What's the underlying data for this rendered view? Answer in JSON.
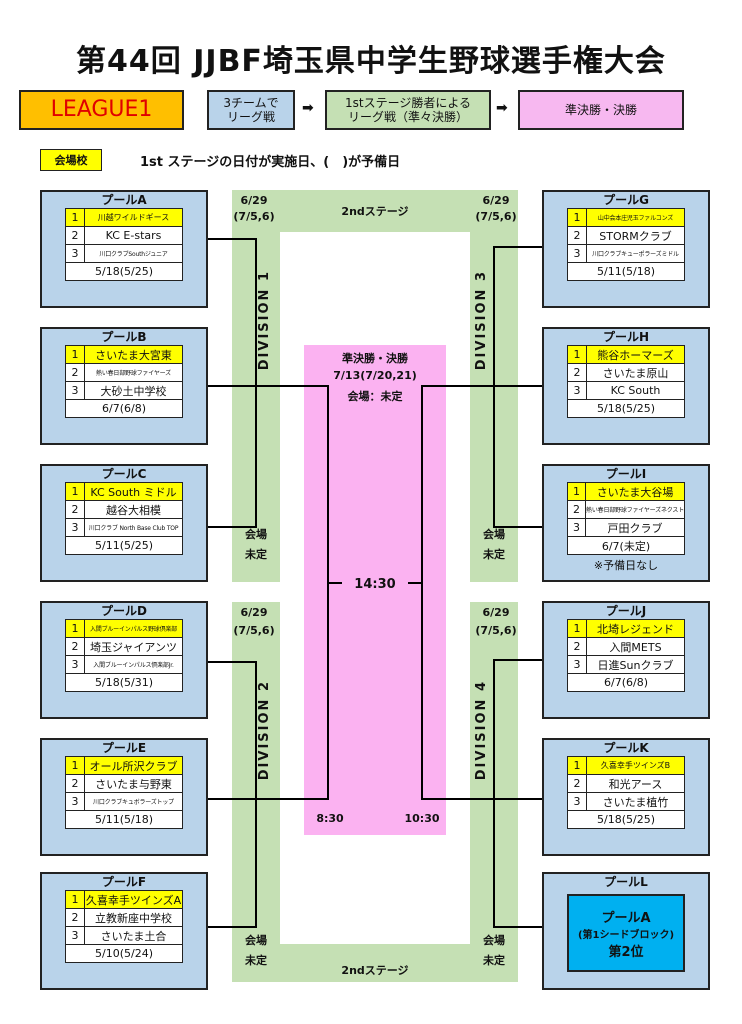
{
  "title": "第44回 JJBF埼玉県中学生野球選手権大会",
  "header": {
    "league": "LEAGUE1",
    "step1": "3チームで\nリーグ戦",
    "step2": "1stステージ勝者による\nリーグ戦（準々決勝）",
    "step3": "準決勝・決勝",
    "arrow": "➡"
  },
  "legend": {
    "venue_label": "会場校",
    "note": "1st ステージの日付が実施日、(　)が予備日"
  },
  "colors": {
    "pool_bg": "#b9d3ea",
    "winner_highlight": "#ffff00",
    "second_stage": "#c5e0b4",
    "final_stage": "#fbb2f1",
    "league_bg": "#ffbf00",
    "league_text": "#e00000",
    "seed_box": "#00b0f0"
  },
  "pools": {
    "A": {
      "title": "プールA",
      "teams": [
        "川越ワイルドギース",
        "KC E-stars",
        "川口クラブSouthジュニア"
      ],
      "date": "5/18(5/25)"
    },
    "B": {
      "title": "プールB",
      "teams": [
        "さいたま大宮東",
        "熱い春日部野球ファイヤーズ",
        "大砂土中学校"
      ],
      "date": "6/7(6/8)"
    },
    "C": {
      "title": "プールC",
      "teams": [
        "KC South ミドル",
        "越谷大相模",
        "川口クラブ North Base Club TOP"
      ],
      "date": "5/11(5/25)"
    },
    "D": {
      "title": "プールD",
      "teams": [
        "入間ブルーインパルス野球倶楽部",
        "埼玉ジャイアンツ",
        "入間ブルーインパルス倶楽部Jr."
      ],
      "date": "5/18(5/31)"
    },
    "E": {
      "title": "プールE",
      "teams": [
        "オール所沢クラブ",
        "さいたま与野東",
        "川口クラブキュボラーズトップ"
      ],
      "date": "5/11(5/18)"
    },
    "F": {
      "title": "プールF",
      "teams": [
        "久喜幸手ツインズA",
        "立教新座中学校",
        "さいたま土合"
      ],
      "date": "5/10(5/24)"
    },
    "G": {
      "title": "プールG",
      "teams": [
        "山中会本庄児玉ファルコンズ",
        "STORMクラブ",
        "川口クラブキューポラーズミドル"
      ],
      "date": "5/11(5/18)"
    },
    "H": {
      "title": "プールH",
      "teams": [
        "熊谷ホーマーズ",
        "さいたま原山",
        "KC South"
      ],
      "date": "5/18(5/25)"
    },
    "I": {
      "title": "プールI",
      "teams": [
        "さいたま大谷場",
        "熱い春日部野球ファイヤーズネクスト",
        "戸田クラブ"
      ],
      "date": "6/7(未定)",
      "note": "※予備日なし"
    },
    "J": {
      "title": "プールJ",
      "teams": [
        "北埼レジェンド",
        "入間METS",
        "日進Sunクラブ"
      ],
      "date": "6/7(6/8)"
    },
    "K": {
      "title": "プールK",
      "teams": [
        "久喜幸手ツインズB",
        "和光アース",
        "さいたま植竹"
      ],
      "date": "5/18(5/25)"
    },
    "L": {
      "title": "プールL",
      "seed_line1": "プールA",
      "seed_line2": "(第1シードブロック)",
      "seed_line3": "第2位"
    }
  },
  "ranks": [
    "1",
    "2",
    "3"
  ],
  "divisions": {
    "d1": {
      "name": "DIVISION 1",
      "date": "6/29",
      "reserve": "(7/5,6)"
    },
    "d2": {
      "name": "DIVISION 2",
      "date": "6/29",
      "reserve": "(7/5,6)"
    },
    "d3": {
      "name": "DIVISION 3",
      "date": "6/29",
      "reserve": "(7/5,6)"
    },
    "d4": {
      "name": "DIVISION 4",
      "date": "6/29",
      "reserve": "(7/5,6)"
    }
  },
  "second_stage": "2ndステージ",
  "venue_tbd_1": "会場",
  "venue_tbd_2": "未定",
  "finals": {
    "title": "準決勝・決勝",
    "date": "7/13(7/20,21)",
    "venue": "会場：未定",
    "final_time": "14:30",
    "semi_left_time": "8:30",
    "semi_right_time": "10:30"
  }
}
